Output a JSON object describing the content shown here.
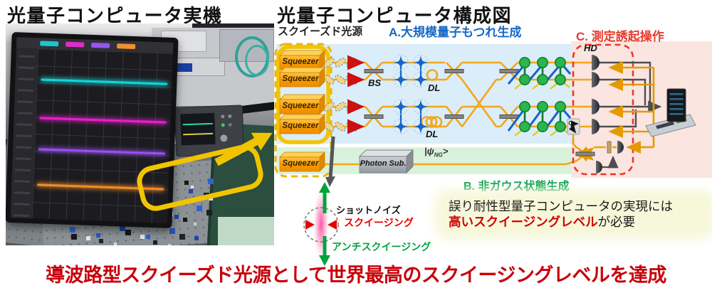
{
  "titles": {
    "left": "光量子コンピュータ実機",
    "right": "光量子コンピュータ構成図"
  },
  "diagram": {
    "source_label": "スクイーズド光源",
    "section_a": "A.大規模量子もつれ生成",
    "section_b": "B. 非ガウス状態生成",
    "section_c": "C. 測定誘起操作",
    "squeezers": [
      "Squeezer",
      "Squeezer",
      "Squeezer",
      "Squeezer",
      "Squeezer"
    ],
    "bs": "BS",
    "dl": [
      "DL",
      "DL"
    ],
    "hd": "HD",
    "photon_sub": "Photon Sub.",
    "psi": {
      "pre": "|ψ",
      "sub": "NG",
      "post": ">"
    }
  },
  "legend": {
    "shot_noise": "ショットノイズ",
    "squeezing": "スクイージング",
    "anti_squeezing": "アンチスクイージング"
  },
  "note": {
    "line1": "誤り耐性型量子コンピュータの実現には",
    "highlight": "高いスクイージングレベル",
    "rest": "が必要"
  },
  "headline": "導波路型スクイーズド光源として世界最高のスクイージングレベルを達成",
  "colors": {
    "section_a_blue": "#1668c4",
    "section_b_green": "#00a04a",
    "section_c_red": "#e8392b",
    "panel_blue": "#daedf8",
    "panel_green": "#d9f2dc",
    "panel_pink": "#fbe5e1",
    "rail_yellow": "#f2a71b",
    "squeezer_orange": "#f79d00",
    "feedback_orange": "#e49a00",
    "highlight_red": "#d00000",
    "headline_red": "#c8000a",
    "monitor_traces": [
      "#12d4d8",
      "#e620cc",
      "#9a50f0",
      "#f28c28"
    ]
  }
}
